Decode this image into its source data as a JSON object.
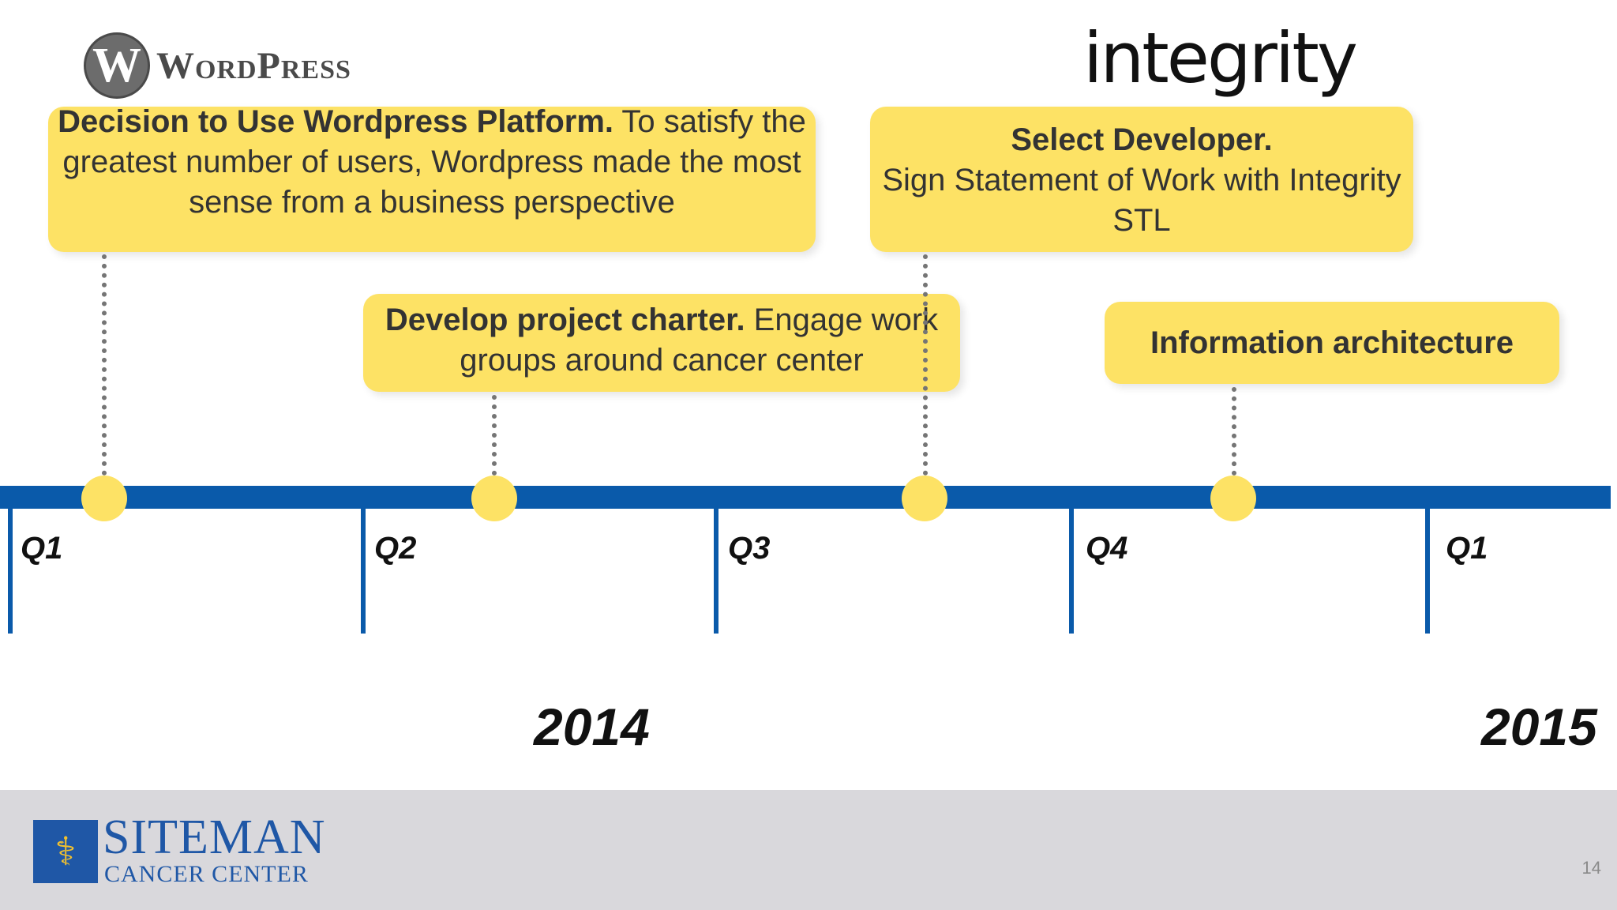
{
  "logos": {
    "wordpress": {
      "mark": "W",
      "text": "WordPress"
    },
    "integrity": {
      "text": "integrity"
    }
  },
  "callouts": [
    {
      "id": "c1",
      "bold": "Decision to Use Wordpress Platform.",
      "text": " To satisfy the greatest number of users,  Wordpress made the most sense from a business perspective"
    },
    {
      "id": "c2",
      "bold": "Select Developer.",
      "text": "Sign Statement of Work with Integrity STL"
    },
    {
      "id": "c3",
      "bold": "Develop project charter.",
      "text": " Engage work groups around cancer center"
    },
    {
      "id": "c4",
      "bold": "Information architecture",
      "text": ""
    }
  ],
  "timeline": {
    "quarters": [
      "Q1",
      "Q2",
      "Q3",
      "Q4",
      "Q1"
    ],
    "years": [
      "2014",
      "2015"
    ],
    "colors": {
      "bar": "#0a5aaa",
      "marker": "#fde265"
    }
  },
  "footer": {
    "org_name": "SITEMAN",
    "org_sub": "CANCER CENTER",
    "page_number": "14"
  }
}
